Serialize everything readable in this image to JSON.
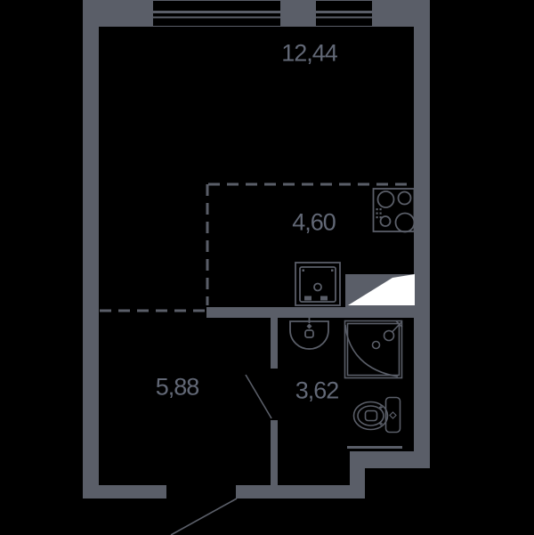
{
  "plan": {
    "title": "studio-apartment-floor-plan",
    "colors": {
      "background": "#000000",
      "walls": "#5a5e68",
      "fixture_lines": "#5a5e68",
      "label_text": "#626876",
      "entrance_door": "#ffffff"
    },
    "rooms": [
      {
        "name": "living-room",
        "area_label": "12,44"
      },
      {
        "name": "kitchen-zone",
        "area_label": "4,60"
      },
      {
        "name": "hallway",
        "area_label": "5,88"
      },
      {
        "name": "bathroom",
        "area_label": "3,62"
      }
    ],
    "fixtures": [
      "window",
      "window",
      "stove-hob",
      "washing-machine",
      "entrance-door",
      "washbasin",
      "shower-cabin",
      "toilet",
      "bathroom-door",
      "entrance-door-swing"
    ]
  }
}
